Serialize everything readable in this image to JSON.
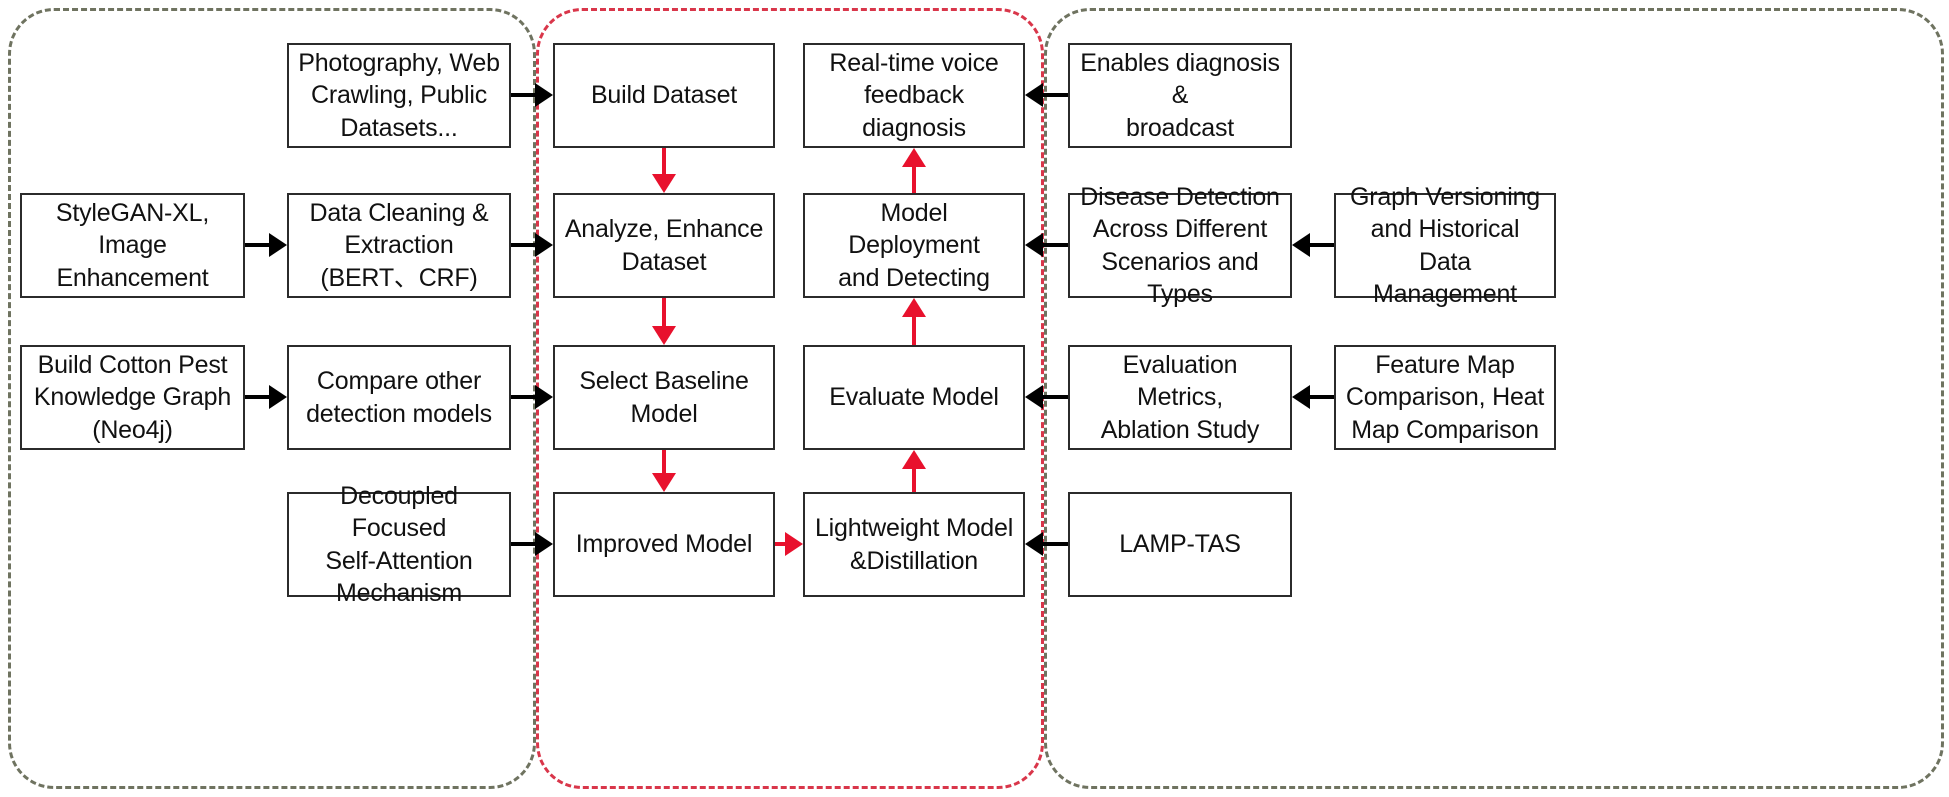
{
  "diagram": {
    "title": "Cotton pest and disease detection system pipeline",
    "groups": [
      {
        "id": "data-sources-group",
        "label": "",
        "color": "#6f7360",
        "style": "dashed"
      },
      {
        "id": "model-pipeline-group",
        "label": "",
        "color": "#d9364a",
        "style": "dashed"
      },
      {
        "id": "evaluation-deployment-group",
        "label": "",
        "color": "#6f7360",
        "style": "dashed"
      }
    ],
    "colors": {
      "box_border": "#2b2b2b",
      "box_fill": "#ffffff",
      "arrow_black": "#000000",
      "arrow_red": "#e8112d",
      "group_gray": "#6f7360",
      "group_red": "#d9364a"
    },
    "nodes": {
      "r1c2": "Photography, Web Crawling, Public Datasets...",
      "r1c3": "Build Dataset",
      "r1c4": "Real-time voice feedback diagnosis",
      "r1c5": "Enables diagnosis & broadcast",
      "r2c1": "StyleGAN-XL, Image Enhancement",
      "r2c2": "Data Cleaning & Extraction (BERT、CRF)",
      "r2c3": "Analyze, Enhance Dataset",
      "r2c4": "Model Deployment and Detecting",
      "r2c5": "Disease Detection Across Different Scenarios and Types",
      "r2c6": "Graph Versioning and Historical Data Management",
      "r3c1": "Build Cotton Pest Knowledge Graph (Neo4j)",
      "r3c2": "Compare other detection models",
      "r3c3": "Select Baseline Model",
      "r3c4": "Evaluate Model",
      "r3c5": "Evaluation Metrics, Ablation Study",
      "r3c6": "Feature Map Comparison, Heat Map Comparison",
      "r4c2": "Decoupled Focused Self-Attention Mechanism",
      "r4c3": "Improved Model",
      "r4c4": "Lightweight Model &Distillation",
      "r4c5": "LAMP-TAS"
    },
    "node_lines": {
      "r1c2": [
        "Photography, Web",
        "Crawling, Public",
        "Datasets..."
      ],
      "r1c3": [
        "Build Dataset"
      ],
      "r1c4": [
        "Real-time voice",
        "feedback diagnosis"
      ],
      "r1c5": [
        "Enables diagnosis &",
        "broadcast"
      ],
      "r2c1": [
        "StyleGAN-XL, Image",
        "Enhancement"
      ],
      "r2c2": [
        "Data Cleaning &",
        "Extraction",
        "(BERT、CRF)"
      ],
      "r2c3": [
        "Analyze, Enhance",
        "Dataset"
      ],
      "r2c4": [
        "Model Deployment",
        "and Detecting"
      ],
      "r2c5": [
        "Disease Detection",
        "Across Different",
        "Scenarios and Types"
      ],
      "r2c6": [
        "Graph Versioning",
        "and Historical Data",
        "Management"
      ],
      "r3c1": [
        "Build Cotton Pest",
        "Knowledge Graph",
        "(Neo4j)"
      ],
      "r3c2": [
        "Compare other",
        "detection models"
      ],
      "r3c3": [
        "Select Baseline",
        "Model"
      ],
      "r3c4": [
        "Evaluate Model"
      ],
      "r3c5": [
        "Evaluation Metrics,",
        "Ablation Study"
      ],
      "r3c6": [
        "Feature Map",
        "Comparison, Heat",
        "Map Comparison"
      ],
      "r4c2": [
        "Decoupled Focused",
        "Self-Attention",
        "Mechanism"
      ],
      "r4c3": [
        "Improved Model"
      ],
      "r4c4": [
        "Lightweight Model",
        "&Distillation"
      ],
      "r4c5": [
        "LAMP-TAS"
      ]
    },
    "edges": [
      {
        "from": "r1c2",
        "to": "r1c3",
        "color": "#000000",
        "direction": "right"
      },
      {
        "from": "r2c1",
        "to": "r2c2",
        "color": "#000000",
        "direction": "right"
      },
      {
        "from": "r2c2",
        "to": "r2c3",
        "color": "#000000",
        "direction": "right"
      },
      {
        "from": "r3c1",
        "to": "r3c2",
        "color": "#000000",
        "direction": "right"
      },
      {
        "from": "r3c2",
        "to": "r3c3",
        "color": "#000000",
        "direction": "right"
      },
      {
        "from": "r4c2",
        "to": "r4c3",
        "color": "#000000",
        "direction": "right"
      },
      {
        "from": "r4c3",
        "to": "r4c4",
        "color": "#e8112d",
        "direction": "right"
      },
      {
        "from": "r1c3",
        "to": "r2c3",
        "color": "#e8112d",
        "direction": "down"
      },
      {
        "from": "r2c3",
        "to": "r3c3",
        "color": "#e8112d",
        "direction": "down"
      },
      {
        "from": "r3c3",
        "to": "r4c3",
        "color": "#e8112d",
        "direction": "down"
      },
      {
        "from": "r4c4",
        "to": "r3c4",
        "color": "#e8112d",
        "direction": "up"
      },
      {
        "from": "r3c4",
        "to": "r2c4",
        "color": "#e8112d",
        "direction": "up"
      },
      {
        "from": "r2c4",
        "to": "r1c4",
        "color": "#e8112d",
        "direction": "up"
      },
      {
        "from": "r1c5",
        "to": "r1c4",
        "color": "#000000",
        "direction": "left"
      },
      {
        "from": "r2c5",
        "to": "r2c4",
        "color": "#000000",
        "direction": "left"
      },
      {
        "from": "r2c6",
        "to": "r2c5",
        "color": "#000000",
        "direction": "left"
      },
      {
        "from": "r3c5",
        "to": "r3c4",
        "color": "#000000",
        "direction": "left"
      },
      {
        "from": "r3c6",
        "to": "r3c5",
        "color": "#000000",
        "direction": "left"
      },
      {
        "from": "r4c5",
        "to": "r4c4",
        "color": "#000000",
        "direction": "left"
      }
    ]
  }
}
